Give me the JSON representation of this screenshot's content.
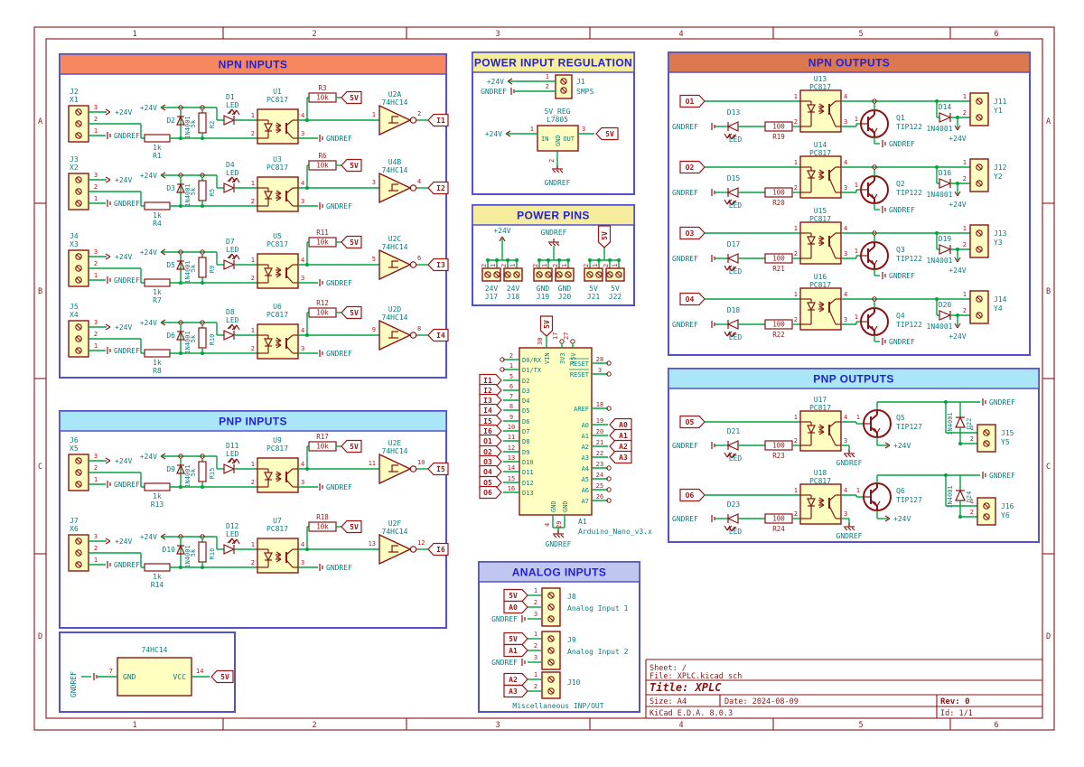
{
  "sheet": {
    "cols": [
      "1",
      "2",
      "3",
      "4",
      "5",
      "6"
    ],
    "rows": [
      "A",
      "B",
      "C",
      "D"
    ],
    "title_block": {
      "sheet": "Sheet: /",
      "file": "File: XPLC.kicad_sch",
      "title": "Title: XPLC",
      "size": "Size: A4",
      "date": "Date: 2024-08-09",
      "rev": "Rev: 0",
      "tool": "KiCad E.D.A. 8.0.3",
      "id": "Id: 1/1"
    }
  },
  "colors": {
    "wire": "#00A33E",
    "symbol_outline": "#8A1414",
    "symbol_fill": "#FFFFC2",
    "label_text": "#0A7E7E",
    "pin_number": "#B01818",
    "tag_text": "#9B1616",
    "section_border": "#5252CC",
    "section_title": "#2121D8",
    "header_npn_inputs": "#F6875F",
    "header_pnp": "#ABE5F8",
    "header_power": "#F5EC9C",
    "header_analog": "#BFC6F0",
    "header_npn_outputs": "#DB7850",
    "frame": "#8A1414"
  },
  "nets": {
    "p24": "+24V",
    "gnd": "GNDREF",
    "p5": "5V"
  },
  "sections": {
    "npn_inputs": "NPN INPUTS",
    "pnp_inputs": "PNP INPUTS",
    "power_reg": "POWER INPUT REGULATION",
    "power_pins": "POWER PINS",
    "analog_inputs": "ANALOG INPUTS",
    "npn_outputs": "NPN OUTPUTS",
    "pnp_outputs": "PNP OUTPUTS"
  },
  "conn3_pins": [
    "3",
    "2",
    "1"
  ],
  "pins2": [
    "1",
    "2"
  ],
  "pp_pins": [
    "2",
    "1"
  ],
  "q_pin": "1",
  "opto_pins": {
    "in_top": "1",
    "in_bot": "2",
    "out_top": "4",
    "out_bot": "3"
  },
  "input_rows": [
    {
      "conn_ref": "J2",
      "conn_val": "X1",
      "clamp_ref": "D2",
      "clamp_val": "1N4001",
      "rh_ref": "R1",
      "rh_val": "1k",
      "rv_ref": "R2",
      "rv_val": "5k",
      "led_ref": "D1",
      "led_val": "LED",
      "opto_ref": "U1",
      "opto_val": "PC817",
      "pu_ref": "R3",
      "pu_val": "10k",
      "inv_ref": "U2A",
      "inv_val": "74HC14",
      "pin_in": "1",
      "pin_out": "2",
      "tag": "I1"
    },
    {
      "conn_ref": "J3",
      "conn_val": "X2",
      "clamp_ref": "D3",
      "clamp_val": "1N4001",
      "rh_ref": "R4",
      "rh_val": "1k",
      "rv_ref": "R5",
      "rv_val": "5k",
      "led_ref": "D4",
      "led_val": "LED",
      "opto_ref": "U3",
      "opto_val": "PC817",
      "pu_ref": "R6",
      "pu_val": "10k",
      "inv_ref": "U4B",
      "inv_val": "74HC14",
      "pin_in": "3",
      "pin_out": "4",
      "tag": "I2"
    },
    {
      "conn_ref": "J4",
      "conn_val": "X3",
      "clamp_ref": "D5",
      "clamp_val": "1N4001",
      "rh_ref": "R7",
      "rh_val": "1k",
      "rv_ref": "R9",
      "rv_val": "5k",
      "led_ref": "D7",
      "led_val": "LED",
      "opto_ref": "U5",
      "opto_val": "PC817",
      "pu_ref": "R11",
      "pu_val": "10k",
      "inv_ref": "U2C",
      "inv_val": "74HC14",
      "pin_in": "5",
      "pin_out": "6",
      "tag": "I3"
    },
    {
      "conn_ref": "J5",
      "conn_val": "X4",
      "clamp_ref": "D6",
      "clamp_val": "1N4001",
      "rh_ref": "R8",
      "rh_val": "1k",
      "rv_ref": "R10",
      "rv_val": "5k",
      "led_ref": "D8",
      "led_val": "LED",
      "opto_ref": "U6",
      "opto_val": "PC817",
      "pu_ref": "R12",
      "pu_val": "10k",
      "inv_ref": "U2D",
      "inv_val": "74HC14",
      "pin_in": "9",
      "pin_out": "8",
      "tag": "I4"
    },
    {
      "conn_ref": "J6",
      "conn_val": "X5",
      "clamp_ref": "D9",
      "clamp_val": "1N4001",
      "rh_ref": "R13",
      "rh_val": "1k",
      "rv_ref": "R15",
      "rv_val": "5k",
      "led_ref": "D11",
      "led_val": "LED",
      "opto_ref": "U9",
      "opto_val": "PC817",
      "pu_ref": "R17",
      "pu_val": "10k",
      "inv_ref": "U2E",
      "inv_val": "74HC14",
      "pin_in": "11",
      "pin_out": "10",
      "tag": "I5"
    },
    {
      "conn_ref": "J7",
      "conn_val": "X6",
      "clamp_ref": "D10",
      "clamp_val": "1N4001",
      "rh_ref": "R14",
      "rh_val": "1k",
      "rv_ref": "R16",
      "rv_val": "5k",
      "led_ref": "D12",
      "led_val": "LED",
      "opto_ref": "U7",
      "opto_val": "PC817",
      "pu_ref": "R18",
      "pu_val": "10k",
      "inv_ref": "U2F",
      "inv_val": "74HC14",
      "pin_in": "13",
      "pin_out": "12",
      "tag": "I6"
    }
  ],
  "npn_output_rows": [
    {
      "tag": "O1",
      "led_ref": "D13",
      "led_val": "LED",
      "r_ref": "R19",
      "r_val": "100",
      "opto_ref": "U13",
      "opto_val": "PC817",
      "q_ref": "Q1",
      "q_val": "TIP122",
      "fly_ref": "D14",
      "fly_val": "1N4001",
      "conn_ref": "J11",
      "conn_val": "Y1"
    },
    {
      "tag": "O2",
      "led_ref": "D15",
      "led_val": "LED",
      "r_ref": "R20",
      "r_val": "100",
      "opto_ref": "U14",
      "opto_val": "PC817",
      "q_ref": "Q2",
      "q_val": "TIP122",
      "fly_ref": "D16",
      "fly_val": "1N4001",
      "conn_ref": "J12",
      "conn_val": "Y2"
    },
    {
      "tag": "O3",
      "led_ref": "D17",
      "led_val": "LED",
      "r_ref": "R21",
      "r_val": "100",
      "opto_ref": "U15",
      "opto_val": "PC817",
      "q_ref": "Q3",
      "q_val": "TIP122",
      "fly_ref": "D19",
      "fly_val": "1N4001",
      "conn_ref": "J13",
      "conn_val": "Y3"
    },
    {
      "tag": "O4",
      "led_ref": "D18",
      "led_val": "LED",
      "r_ref": "R22",
      "r_val": "100",
      "opto_ref": "U16",
      "opto_val": "PC817",
      "q_ref": "Q4",
      "q_val": "TIP122",
      "fly_ref": "D20",
      "fly_val": "1N4001",
      "conn_ref": "J14",
      "conn_val": "Y4"
    }
  ],
  "pnp_output_rows": [
    {
      "tag": "O5",
      "led_ref": "D21",
      "led_val": "LED",
      "r_ref": "R23",
      "r_val": "100",
      "opto_ref": "U17",
      "opto_val": "PC817",
      "q_ref": "Q5",
      "q_val": "TIP127",
      "fly_ref": "D22",
      "fly_val": "1N4001",
      "conn_ref": "J15",
      "conn_val": "Y5"
    },
    {
      "tag": "O6",
      "led_ref": "D23",
      "led_val": "LED",
      "r_ref": "R24",
      "r_val": "100",
      "opto_ref": "U18",
      "opto_val": "PC817",
      "q_ref": "Q6",
      "q_val": "TIP127",
      "fly_ref": "D24",
      "fly_val": "1N4001",
      "conn_ref": "J16",
      "conn_val": "Y6"
    }
  ],
  "power_reg": {
    "conn_ref": "J1",
    "conn_val": "SMPS",
    "conn_pins": [
      "1",
      "2"
    ],
    "reg_ref": "5V_REG",
    "reg_val": "L7805",
    "pin_in": "1",
    "pin_gnd": "2",
    "pin_out": "3",
    "in_name": "IN",
    "out_name": "OUT",
    "gnd_name": "GND"
  },
  "power_pin_groups": [
    {
      "net": "+24V",
      "kind": "p24",
      "conns": [
        [
          "24V",
          "J17"
        ],
        [
          "24V",
          "J18"
        ]
      ]
    },
    {
      "net": "GNDREF",
      "kind": "gnd",
      "conns": [
        [
          "GND",
          "J19"
        ],
        [
          "GND",
          "J20"
        ]
      ]
    },
    {
      "net": "5V",
      "kind": "p5",
      "conns": [
        [
          "5V",
          "J21"
        ],
        [
          "5V",
          "J22"
        ]
      ]
    }
  ],
  "analog": {
    "connectors": [
      {
        "ref": "J8",
        "desc": "Analog Input 1",
        "pins": [
          {
            "num": "1",
            "tag": "5V",
            "kind": "tag"
          },
          {
            "num": "2",
            "tag": "A0",
            "kind": "tag"
          },
          {
            "num": "3",
            "kind": "gnd"
          }
        ]
      },
      {
        "ref": "J9",
        "desc": "Analog Input 2",
        "pins": [
          {
            "num": "1",
            "tag": "5V",
            "kind": "tag"
          },
          {
            "num": "2",
            "tag": "A1",
            "kind": "tag"
          },
          {
            "num": "3",
            "kind": "gnd"
          }
        ]
      },
      {
        "ref": "J10",
        "desc": "",
        "pins": [
          {
            "num": "1",
            "tag": "A2",
            "kind": "tag"
          },
          {
            "num": "2",
            "tag": "A3",
            "kind": "tag"
          }
        ]
      }
    ],
    "caption": "Miscellaneous INP/OUT"
  },
  "arduino": {
    "ref": "A1",
    "value": "Arduino_Nano_v3.x",
    "top_pins": [
      {
        "name": "VIN",
        "num": "30"
      },
      {
        "name": "3V3",
        "num": "17"
      },
      {
        "name": "+5V",
        "num": "27"
      }
    ],
    "left_pins": [
      {
        "name": "D0/RX",
        "num": "2"
      },
      {
        "name": "D1/TX",
        "num": "1"
      },
      {
        "name": "D2",
        "num": "5",
        "tag": "I1"
      },
      {
        "name": "D3",
        "num": "6",
        "tag": "I2"
      },
      {
        "name": "D4",
        "num": "7",
        "tag": "I3"
      },
      {
        "name": "D5",
        "num": "8",
        "tag": "I4"
      },
      {
        "name": "D6",
        "num": "9",
        "tag": "I5"
      },
      {
        "name": "D7",
        "num": "10",
        "tag": "I6"
      },
      {
        "name": "D8",
        "num": "11",
        "tag": "O1"
      },
      {
        "name": "D9",
        "num": "12",
        "tag": "O2"
      },
      {
        "name": "D10",
        "num": "13",
        "tag": "O3"
      },
      {
        "name": "D11",
        "num": "14",
        "tag": "O4"
      },
      {
        "name": "D12",
        "num": "15",
        "tag": "O5"
      },
      {
        "name": "D13",
        "num": "16",
        "tag": "O6"
      }
    ],
    "right_pins": [
      {
        "name": "RESET",
        "num": "28"
      },
      {
        "name": "RESET",
        "num": "3"
      },
      {
        "name": "AREF",
        "num": "18"
      },
      {
        "name": "A0",
        "num": "19",
        "tag": "A0"
      },
      {
        "name": "A1",
        "num": "20",
        "tag": "A1"
      },
      {
        "name": "A2",
        "num": "21",
        "tag": "A2"
      },
      {
        "name": "A3",
        "num": "22",
        "tag": "A3"
      },
      {
        "name": "A4",
        "num": "23"
      },
      {
        "name": "A5",
        "num": "24"
      },
      {
        "name": "A6",
        "num": "25"
      },
      {
        "name": "A7",
        "num": "26"
      }
    ],
    "bottom_pins": [
      {
        "name": "GND",
        "num": "4"
      },
      {
        "name": "GND",
        "num": "29"
      }
    ]
  },
  "gate_power": {
    "title": "74HC14",
    "gnd_pin": "7",
    "vcc_pin": "14",
    "gnd_name": "GND",
    "vcc_name": "VCC"
  }
}
